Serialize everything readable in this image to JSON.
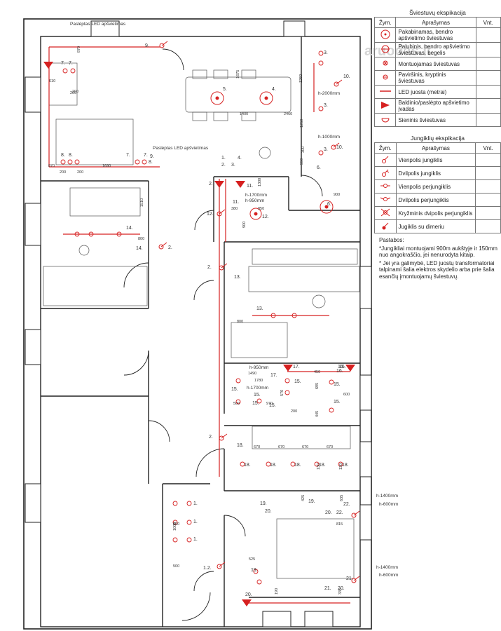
{
  "legend": {
    "title": "Šviestuvų ekspikacija",
    "headers": {
      "symbol": "Žym.",
      "description": "Aprašymas",
      "qty": "Vnt."
    },
    "items": [
      {
        "icon": "pendant-light-icon",
        "text": "Pakabinamas, bendro apšvietimo šviestuvas"
      },
      {
        "icon": "ceiling-light-icon",
        "text": "Palubinis, bendro apšvietimo šviestuvas, begelis"
      },
      {
        "icon": "recessed-light-icon",
        "text": "Montuojamas šviestuvas"
      },
      {
        "icon": "directional-light-icon",
        "text": "Paviršinis, kryptinis šviestuvas"
      },
      {
        "icon": "led-strip-icon",
        "text": "LED juosta (metrai)"
      },
      {
        "icon": "led-feed-triangle-icon",
        "text": "Baldinio/paslėpto apšvietimo įvadas"
      },
      {
        "icon": "wall-light-icon",
        "text": "Sieninis šviestuvas"
      }
    ]
  },
  "switch_legend": {
    "title": "Jungiklių ekspikacija",
    "headers": {
      "symbol": "Žym.",
      "description": "Aprašymas",
      "qty": "Vnt."
    },
    "items": [
      {
        "icon": "single-switch-icon",
        "text": "Vienpolis jungiklis"
      },
      {
        "icon": "double-switch-icon",
        "text": "Dvilpolis jungiklis"
      },
      {
        "icon": "single-changeover-switch-icon",
        "text": "Vienpolis perjungiklis"
      },
      {
        "icon": "double-changeover-switch-icon",
        "text": "Dvilpolis perjungiklis"
      },
      {
        "icon": "cross-double-switch-icon",
        "text": "Kryžminis dvipolis perjungiklis"
      },
      {
        "icon": "dimmer-switch-icon",
        "text": "Jugiklis su dimeriu"
      }
    ]
  },
  "notes": {
    "title": "Pastabos:",
    "lines": [
      "*Jungikliai montuojami 900m aukštyje ir 150mm nuo angokraščio, jei nenurodyta kitaip.",
      "* Jei yra galimybė, LED juostų transformatoriai talpinami šalia elektros skydelio arba prie šalia esančių įmontuojamų šviestuvų."
    ]
  },
  "watermark": "aruodas.lt",
  "plan": {
    "labels": {
      "hidden_led_1": "Paslėptas LED apšvietimas",
      "hidden_led_2": "Paslėptas LED apšvietimas",
      "h2000": "h-2000mm",
      "h1000": "h-1000mm",
      "h1700a": "h-1700mm",
      "h950a": "h-950mm",
      "h950b": "h-950mm",
      "h1700b": "h-1700mm",
      "h1400a": "h-1400mm",
      "h600a": "h-600mm",
      "h1400b": "h-1400mm",
      "h600b": "h-600mm"
    },
    "dims": [
      "870",
      "200",
      "200",
      "610",
      "1675",
      "1400",
      "2460",
      "1250",
      "1250",
      "550",
      "870",
      "200",
      "200",
      "1690",
      "1300",
      "1510",
      "800",
      "380",
      "850",
      "900",
      "900",
      "300",
      "800",
      "1490",
      "1780",
      "450",
      "500",
      "970",
      "200",
      "570",
      "445",
      "695",
      "600",
      "670",
      "670",
      "670",
      "670",
      "425",
      "635",
      "815",
      "525",
      "190",
      "335",
      "890",
      "1000",
      "500",
      "130",
      "130"
    ],
    "fixture_numbers": [
      "9.",
      "7.",
      "7.",
      "8.",
      "8.",
      "7.",
      "7.",
      "8.",
      "9.",
      "5.",
      "4.",
      "3.",
      "3.",
      "3.",
      "10.",
      "10.",
      "6.",
      "6.",
      "1.",
      "2.",
      "3.",
      "4.",
      "2.",
      "11.",
      "11.",
      "12.",
      "12.",
      "14.",
      "14.",
      "2.",
      "13.",
      "2.",
      "13.",
      "16.",
      "16.",
      "17.",
      "17.",
      "15.",
      "15.",
      "15.",
      "15.",
      "15.",
      "15.",
      "15.",
      "16.",
      "2.",
      "18.",
      "18.",
      "18.",
      "18.",
      "18.",
      "18.",
      "19.",
      "19.",
      "20.",
      "22.",
      "22.",
      "20.",
      "19.",
      "21.",
      "20.",
      "21.",
      "20.",
      "1.2.",
      "1.",
      "1.",
      "1."
    ]
  }
}
